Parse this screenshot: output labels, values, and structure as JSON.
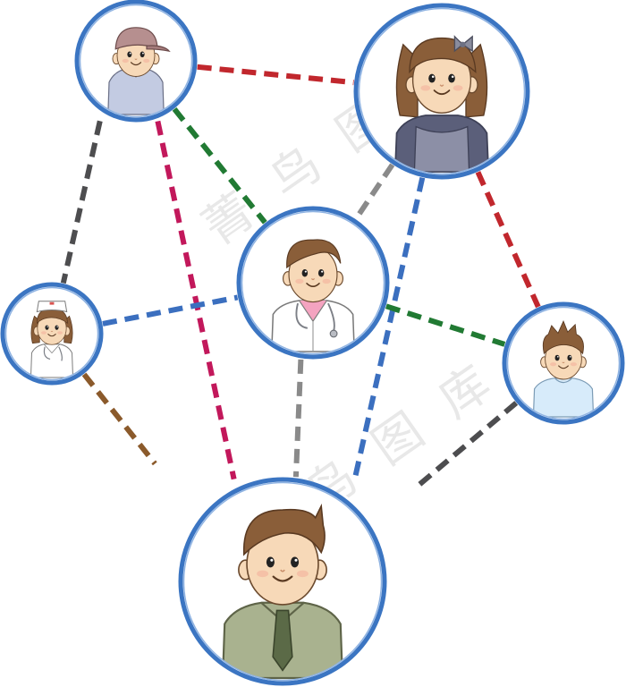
{
  "diagram": {
    "type": "people-network",
    "ring_color": "#3b75c2",
    "nodes": [
      {
        "id": "cap-man",
        "icon": "man-with-cap-avatar-icon",
        "shirt": "#c3cbe2",
        "hair": "#8a5e39"
      },
      {
        "id": "woman",
        "icon": "woman-avatar-icon",
        "shirt": "#8c8fa6",
        "hair": "#8a5e39"
      },
      {
        "id": "doctor",
        "icon": "doctor-avatar-icon",
        "shirt": "#ffffff",
        "hair": "#8a5e39"
      },
      {
        "id": "nurse",
        "icon": "nurse-avatar-icon",
        "shirt": "#ffffff",
        "hair": "#8a5e39"
      },
      {
        "id": "spiky-boy",
        "icon": "spiky-hair-boy-avatar-icon",
        "shirt": "#d7ebfa",
        "hair": "#8a5e39"
      },
      {
        "id": "business-man",
        "icon": "businessman-avatar-icon",
        "shirt": "#a9b28f",
        "hair": "#8a5e39"
      }
    ],
    "edges": [
      {
        "from": "cap-man",
        "to": "woman",
        "color": "#c1272d"
      },
      {
        "from": "cap-man",
        "to": "doctor",
        "color": "#217a33"
      },
      {
        "from": "cap-man",
        "to": "nurse",
        "color": "#4d4d4f"
      },
      {
        "from": "cap-man",
        "to": "business-man",
        "color": "#c2185b"
      },
      {
        "from": "woman",
        "to": "doctor",
        "color": "#8a8a8a"
      },
      {
        "from": "woman",
        "to": "spiky-boy",
        "color": "#c1272d"
      },
      {
        "from": "woman",
        "to": "business-man",
        "color": "#3b6fbf"
      },
      {
        "from": "nurse",
        "to": "doctor",
        "color": "#3b6fbf"
      },
      {
        "from": "doctor",
        "to": "spiky-boy",
        "color": "#217a33"
      },
      {
        "from": "doctor",
        "to": "business-man",
        "color": "#8a8a8a"
      },
      {
        "from": "nurse",
        "to": "business-man",
        "color": "#8b5a2b"
      },
      {
        "from": "spiky-boy",
        "to": "business-man",
        "color": "#4d4d4f"
      }
    ]
  }
}
